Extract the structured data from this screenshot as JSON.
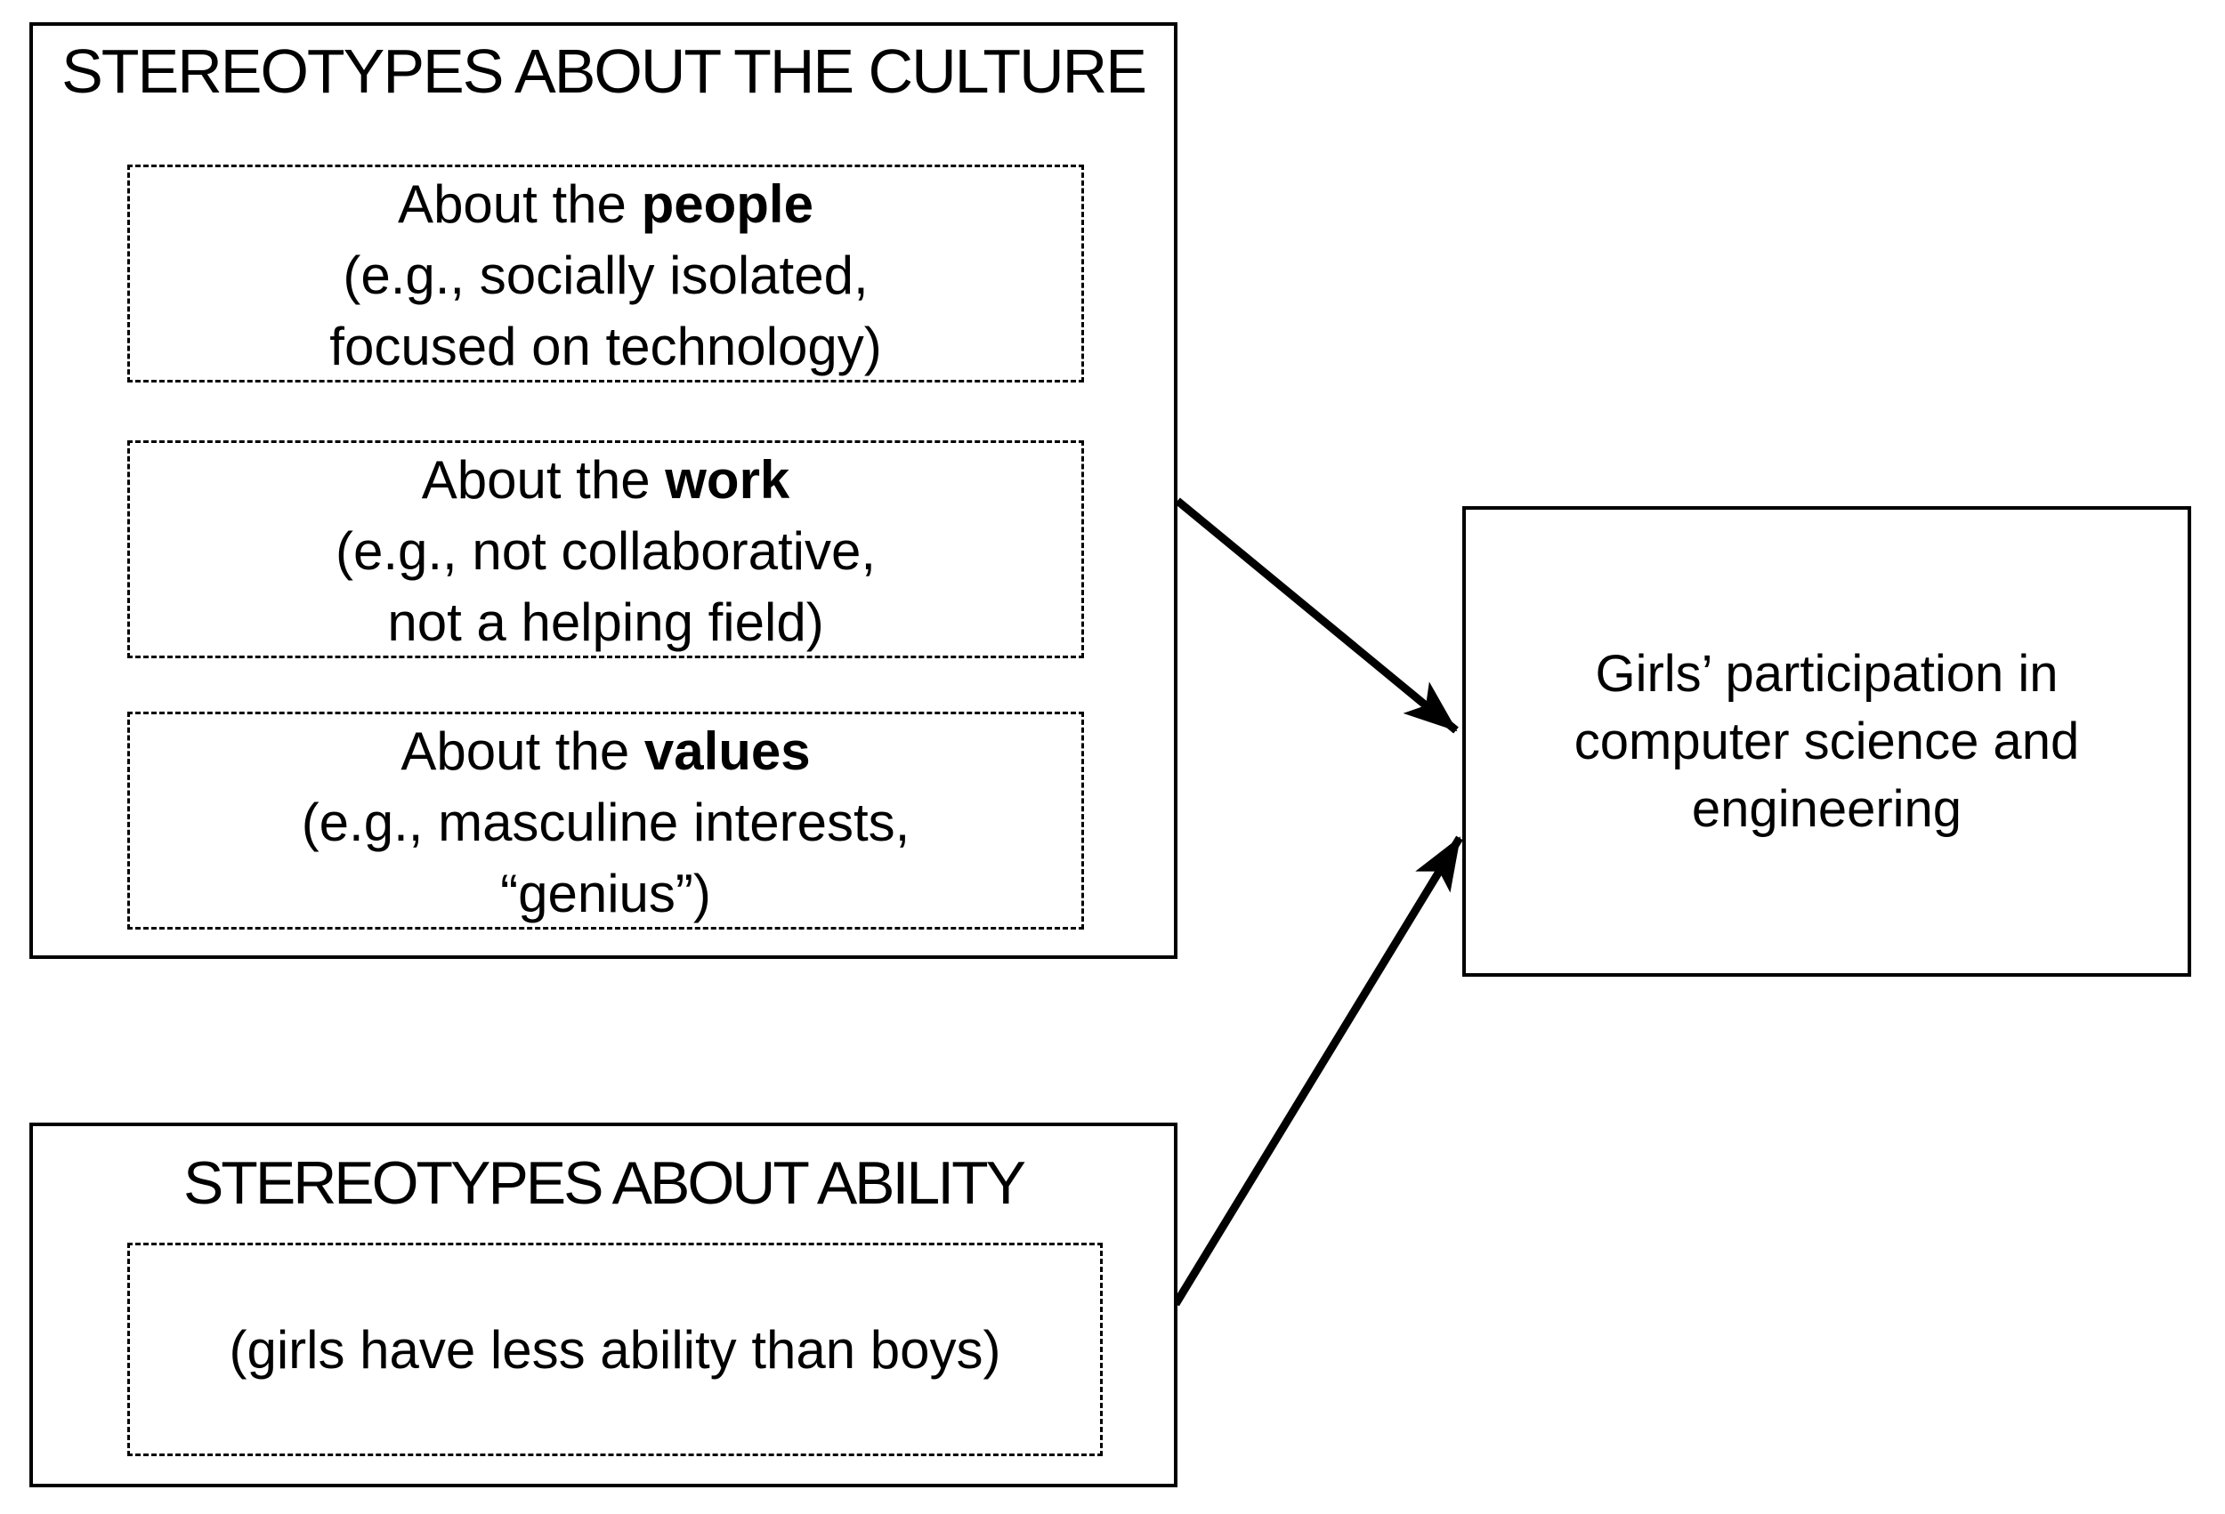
{
  "culture": {
    "title": "STEREOTYPES ABOUT THE CULTURE",
    "items": [
      {
        "prefix": "About the ",
        "keyword": "people",
        "line2": "(e.g., socially isolated,",
        "line3": "focused on technology)"
      },
      {
        "prefix": "About the ",
        "keyword": "work",
        "line2": "(e.g., not collaborative,",
        "line3": "not a helping field)"
      },
      {
        "prefix": "About the ",
        "keyword": "values",
        "line2": "(e.g., masculine interests,",
        "line3": "“genius”)"
      }
    ]
  },
  "ability": {
    "title": "STEREOTYPES ABOUT ABILITY",
    "item": "(girls have less ability than boys)"
  },
  "outcome": {
    "lines": [
      "Girls’ participation in",
      "computer science and",
      "engineering"
    ]
  },
  "colors": {
    "ink": "#000000",
    "background": "#ffffff"
  }
}
